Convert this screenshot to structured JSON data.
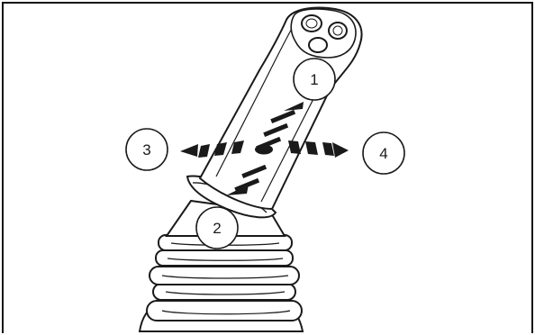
{
  "diagram": {
    "subject": "joystick-control-movement",
    "frame_color": "#111111",
    "line_color": "#1a1a1a",
    "arrow_color": "#1a1a1a",
    "background": "#ffffff",
    "callouts": [
      {
        "id": "forward",
        "label": "1"
      },
      {
        "id": "backward",
        "label": "2"
      },
      {
        "id": "left",
        "label": "3"
      },
      {
        "id": "right",
        "label": "4"
      }
    ]
  }
}
